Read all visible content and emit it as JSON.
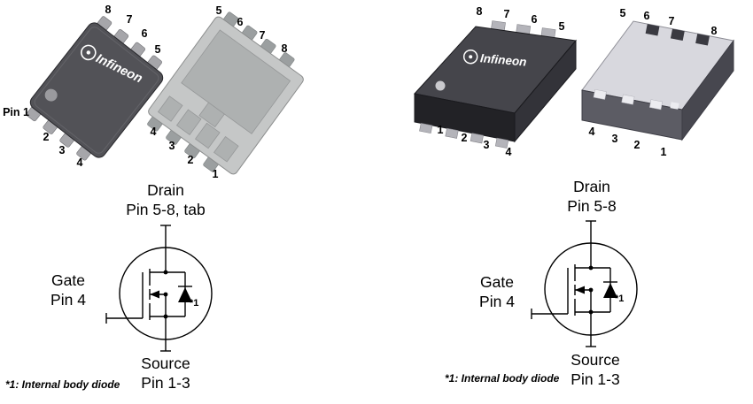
{
  "brand": "Infineon",
  "colors": {
    "chip_top_dark": "#45454b",
    "chip_side_dark": "#222226",
    "chip_bottom_light": "#c5c7c7",
    "iso_bottom_face": "#d8d8de",
    "exposed_pad": "#aeb1b1",
    "lead_metal": "#a6a6aa",
    "logo_white": "#ffffff",
    "line_black": "#000000"
  },
  "left_package": {
    "top_view": {
      "pins_top": [
        "8",
        "7",
        "6",
        "5"
      ],
      "pin1": "Pin 1",
      "pins_bottom": [
        "2",
        "3",
        "4"
      ]
    },
    "bottom_view": {
      "pins_top": [
        "5",
        "6",
        "7",
        "8"
      ],
      "pins_bottom": [
        "4",
        "3",
        "2",
        "1"
      ]
    },
    "schematic": {
      "drain_label": "Drain",
      "drain_pins": "Pin 5-8, tab",
      "gate_label": "Gate",
      "gate_pins": "Pin 4",
      "source_label": "Source",
      "source_pins": "Pin 1-3",
      "diode_ref": "*1"
    },
    "footnote": "*1: Internal body diode"
  },
  "right_package": {
    "top_view": {
      "pins_top": [
        "8",
        "7",
        "6",
        "5"
      ],
      "pins_bottom": [
        "1",
        "2",
        "3",
        "4"
      ]
    },
    "bottom_view": {
      "pins_top": [
        "5",
        "6",
        "7",
        "8"
      ],
      "pins_bottom": [
        "4",
        "3",
        "2",
        "1"
      ]
    },
    "schematic": {
      "drain_label": "Drain",
      "drain_pins": "Pin 5-8",
      "gate_label": "Gate",
      "gate_pins": "Pin 4",
      "source_label": "Source",
      "source_pins": "Pin 1-3",
      "diode_ref": "*1"
    },
    "footnote": "*1: Internal body diode"
  }
}
